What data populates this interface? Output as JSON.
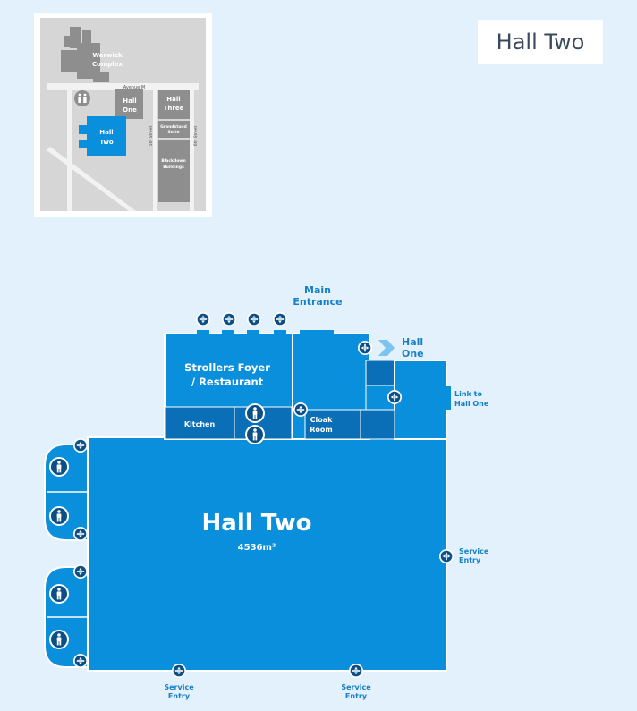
{
  "title": "Hall Two",
  "colors": {
    "background": "#e3f1fd",
    "hall": "#0a8fdc",
    "hall_dark": "#0a6fb6",
    "accent_text": "#1680c8",
    "inset_gray": "#8e8e8e",
    "inset_light": "#c8c8c8",
    "white": "#ffffff"
  },
  "inset_map": {
    "warwick_complex": [
      "Warwick",
      "Complex"
    ],
    "avenue": "Avenue M",
    "hall_one": [
      "Hall",
      "One"
    ],
    "hall_three": [
      "Hall",
      "Three"
    ],
    "hall_two": [
      "Hall",
      "Two"
    ],
    "grandstand_suite": [
      "Grandstand",
      "Suite"
    ],
    "blackdown_buildings": [
      "Blackdown",
      "Buildings"
    ],
    "street_5th": "5th Street",
    "street_6th": "6th Street"
  },
  "floor_plan": {
    "main_entrance": [
      "Main",
      "Entrance"
    ],
    "hall_one_link": [
      "Hall",
      "One"
    ],
    "link_to_hall_one": [
      "Link to",
      "Hall One"
    ],
    "strollers": [
      "Strollers Foyer",
      "/ Restaurant"
    ],
    "kitchen": "Kitchen",
    "cloak_room": [
      "Cloak",
      "Room"
    ],
    "hall_name": "Hall Two",
    "hall_area": "4536m²",
    "service_entry_right": [
      "Service",
      "Entry"
    ],
    "service_entry_bottom_left": [
      "Service",
      "Entry"
    ],
    "service_entry_bottom_right": [
      "Service",
      "Entry"
    ]
  },
  "icons": {
    "door": "door-icon",
    "toilet": "toilet-icon",
    "arrow": "chevron-right-icon"
  }
}
